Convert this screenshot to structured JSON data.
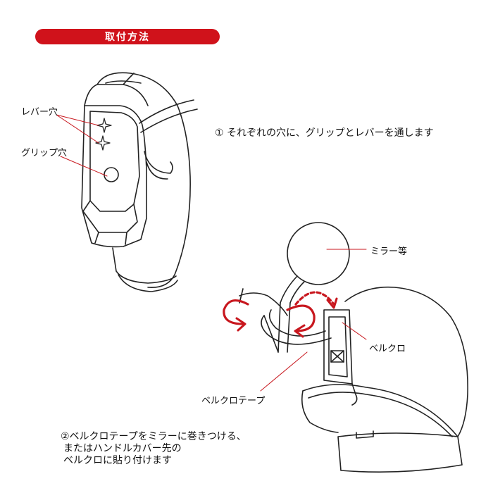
{
  "header": {
    "title": "取付方法",
    "bg_color": "#d0121b",
    "text_color": "#ffffff"
  },
  "labels": {
    "lever_hole": "レバー穴",
    "grip_hole": "グリップ穴",
    "mirror": "ミラー等",
    "velcro": "ベルクロ",
    "velcro_tape": "ベルクロテープ"
  },
  "steps": {
    "step1": "① それぞれの穴に、グリップとレバーを通します",
    "step2_lines": [
      "②ベルクロテープをミラーに巻きつける、",
      "またはハンドルカバー先の",
      "ベルクロに貼り付けます"
    ]
  },
  "colors": {
    "line": "#222222",
    "arrow": "#c8171e"
  },
  "icons": [
    "sparkle-icon",
    "curved-arrow-icon",
    "dashed-arrow-icon"
  ]
}
